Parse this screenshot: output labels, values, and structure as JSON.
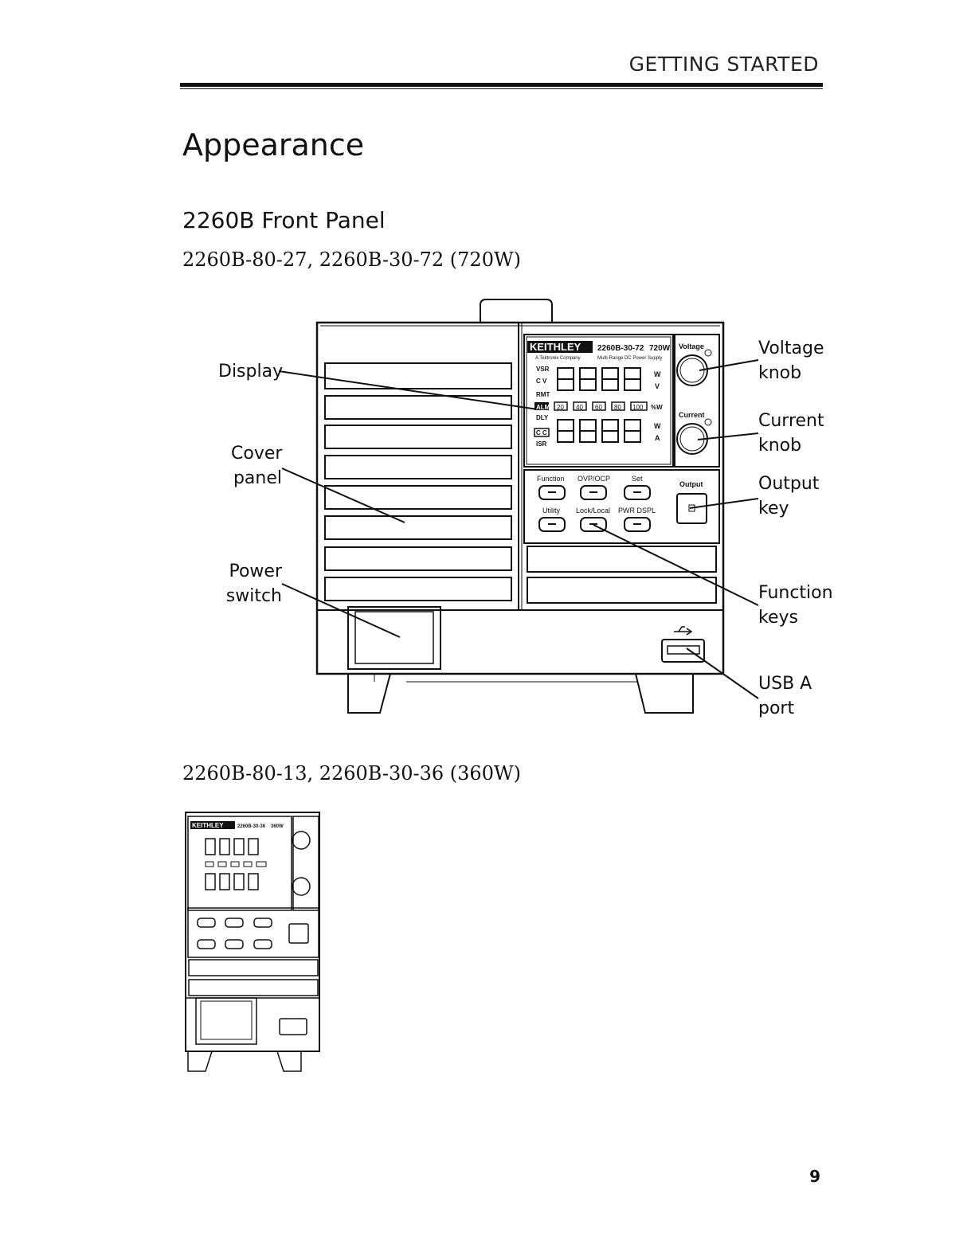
{
  "header": {
    "section": "GETTING STARTED"
  },
  "title": "Appearance",
  "section": "2260B Front Panel",
  "models_720w": "2260B-80-27, 2260B-30-72 (720W)",
  "models_360w": "2260B-80-13, 2260B-30-36 (360W)",
  "callouts": {
    "display": "Display",
    "cover_1": "Cover",
    "cover_2": "panel",
    "power_1": "Power",
    "power_2": "switch",
    "voltage_1": "Voltage",
    "voltage_2": "knob",
    "current_1": "Current",
    "current_2": "knob",
    "output_1": "Output",
    "output_2": "key",
    "function_1": "Function",
    "function_2": "keys",
    "usb_1": "USB A",
    "usb_2": "port"
  },
  "panel_720": {
    "brand": "KEITHLEY",
    "model": "2260B-30-72",
    "power": "720W",
    "tagline": "A Tektronix Company",
    "tagline2": "Multi-Range DC Power Supply",
    "ind_vsr": "VSR",
    "ind_cv": "C V",
    "ind_rmt": "RMT",
    "ind_alm": "ALM",
    "ind_dly": "DLY",
    "ind_cc": "C C",
    "ind_isr": "ISR",
    "unit_w1": "W",
    "unit_v": "V",
    "unit_w2": "W",
    "unit_a": "A",
    "unit_pct": "%W",
    "digits": "8.8.8.8.",
    "bar": [
      "20",
      "40",
      "60",
      "80",
      "100"
    ],
    "voltage": "Voltage",
    "current": "Current",
    "output": "Output",
    "keys_row1": [
      "Function",
      "OVP/OCP",
      "Set"
    ],
    "keys_row2": [
      "Utility",
      "Lock/Local",
      "PWR DSPL"
    ]
  },
  "panel_360": {
    "brand": "KEITHLEY",
    "model": "2260B-30-36",
    "power": "360W"
  },
  "page_number": "9"
}
